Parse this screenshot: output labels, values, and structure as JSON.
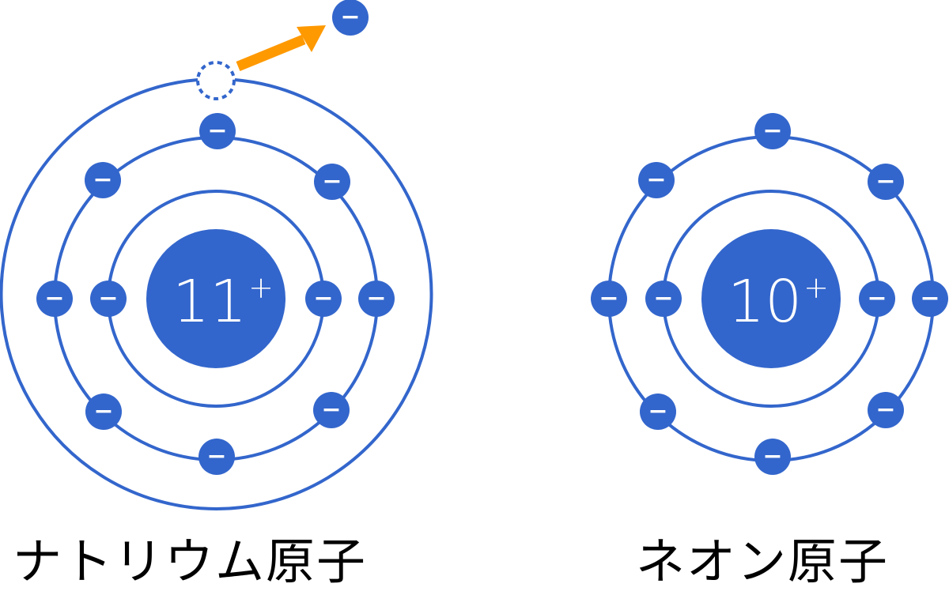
{
  "atoms": [
    {
      "id": "sodium",
      "label": "ナトリウム原子",
      "nucleus_number": "11",
      "nucleus_sign": "+",
      "shells": [
        2,
        8,
        1
      ],
      "outer_electron_removed": true
    },
    {
      "id": "neon",
      "label": "ネオン原子",
      "nucleus_number": "10",
      "nucleus_sign": "+",
      "shells": [
        2,
        8
      ],
      "outer_electron_removed": false
    }
  ],
  "electron_symbol": "−",
  "colors": {
    "primary": "#3366cc",
    "arrow": "#ff9900",
    "text": "#000000",
    "background": "#ffffff"
  }
}
